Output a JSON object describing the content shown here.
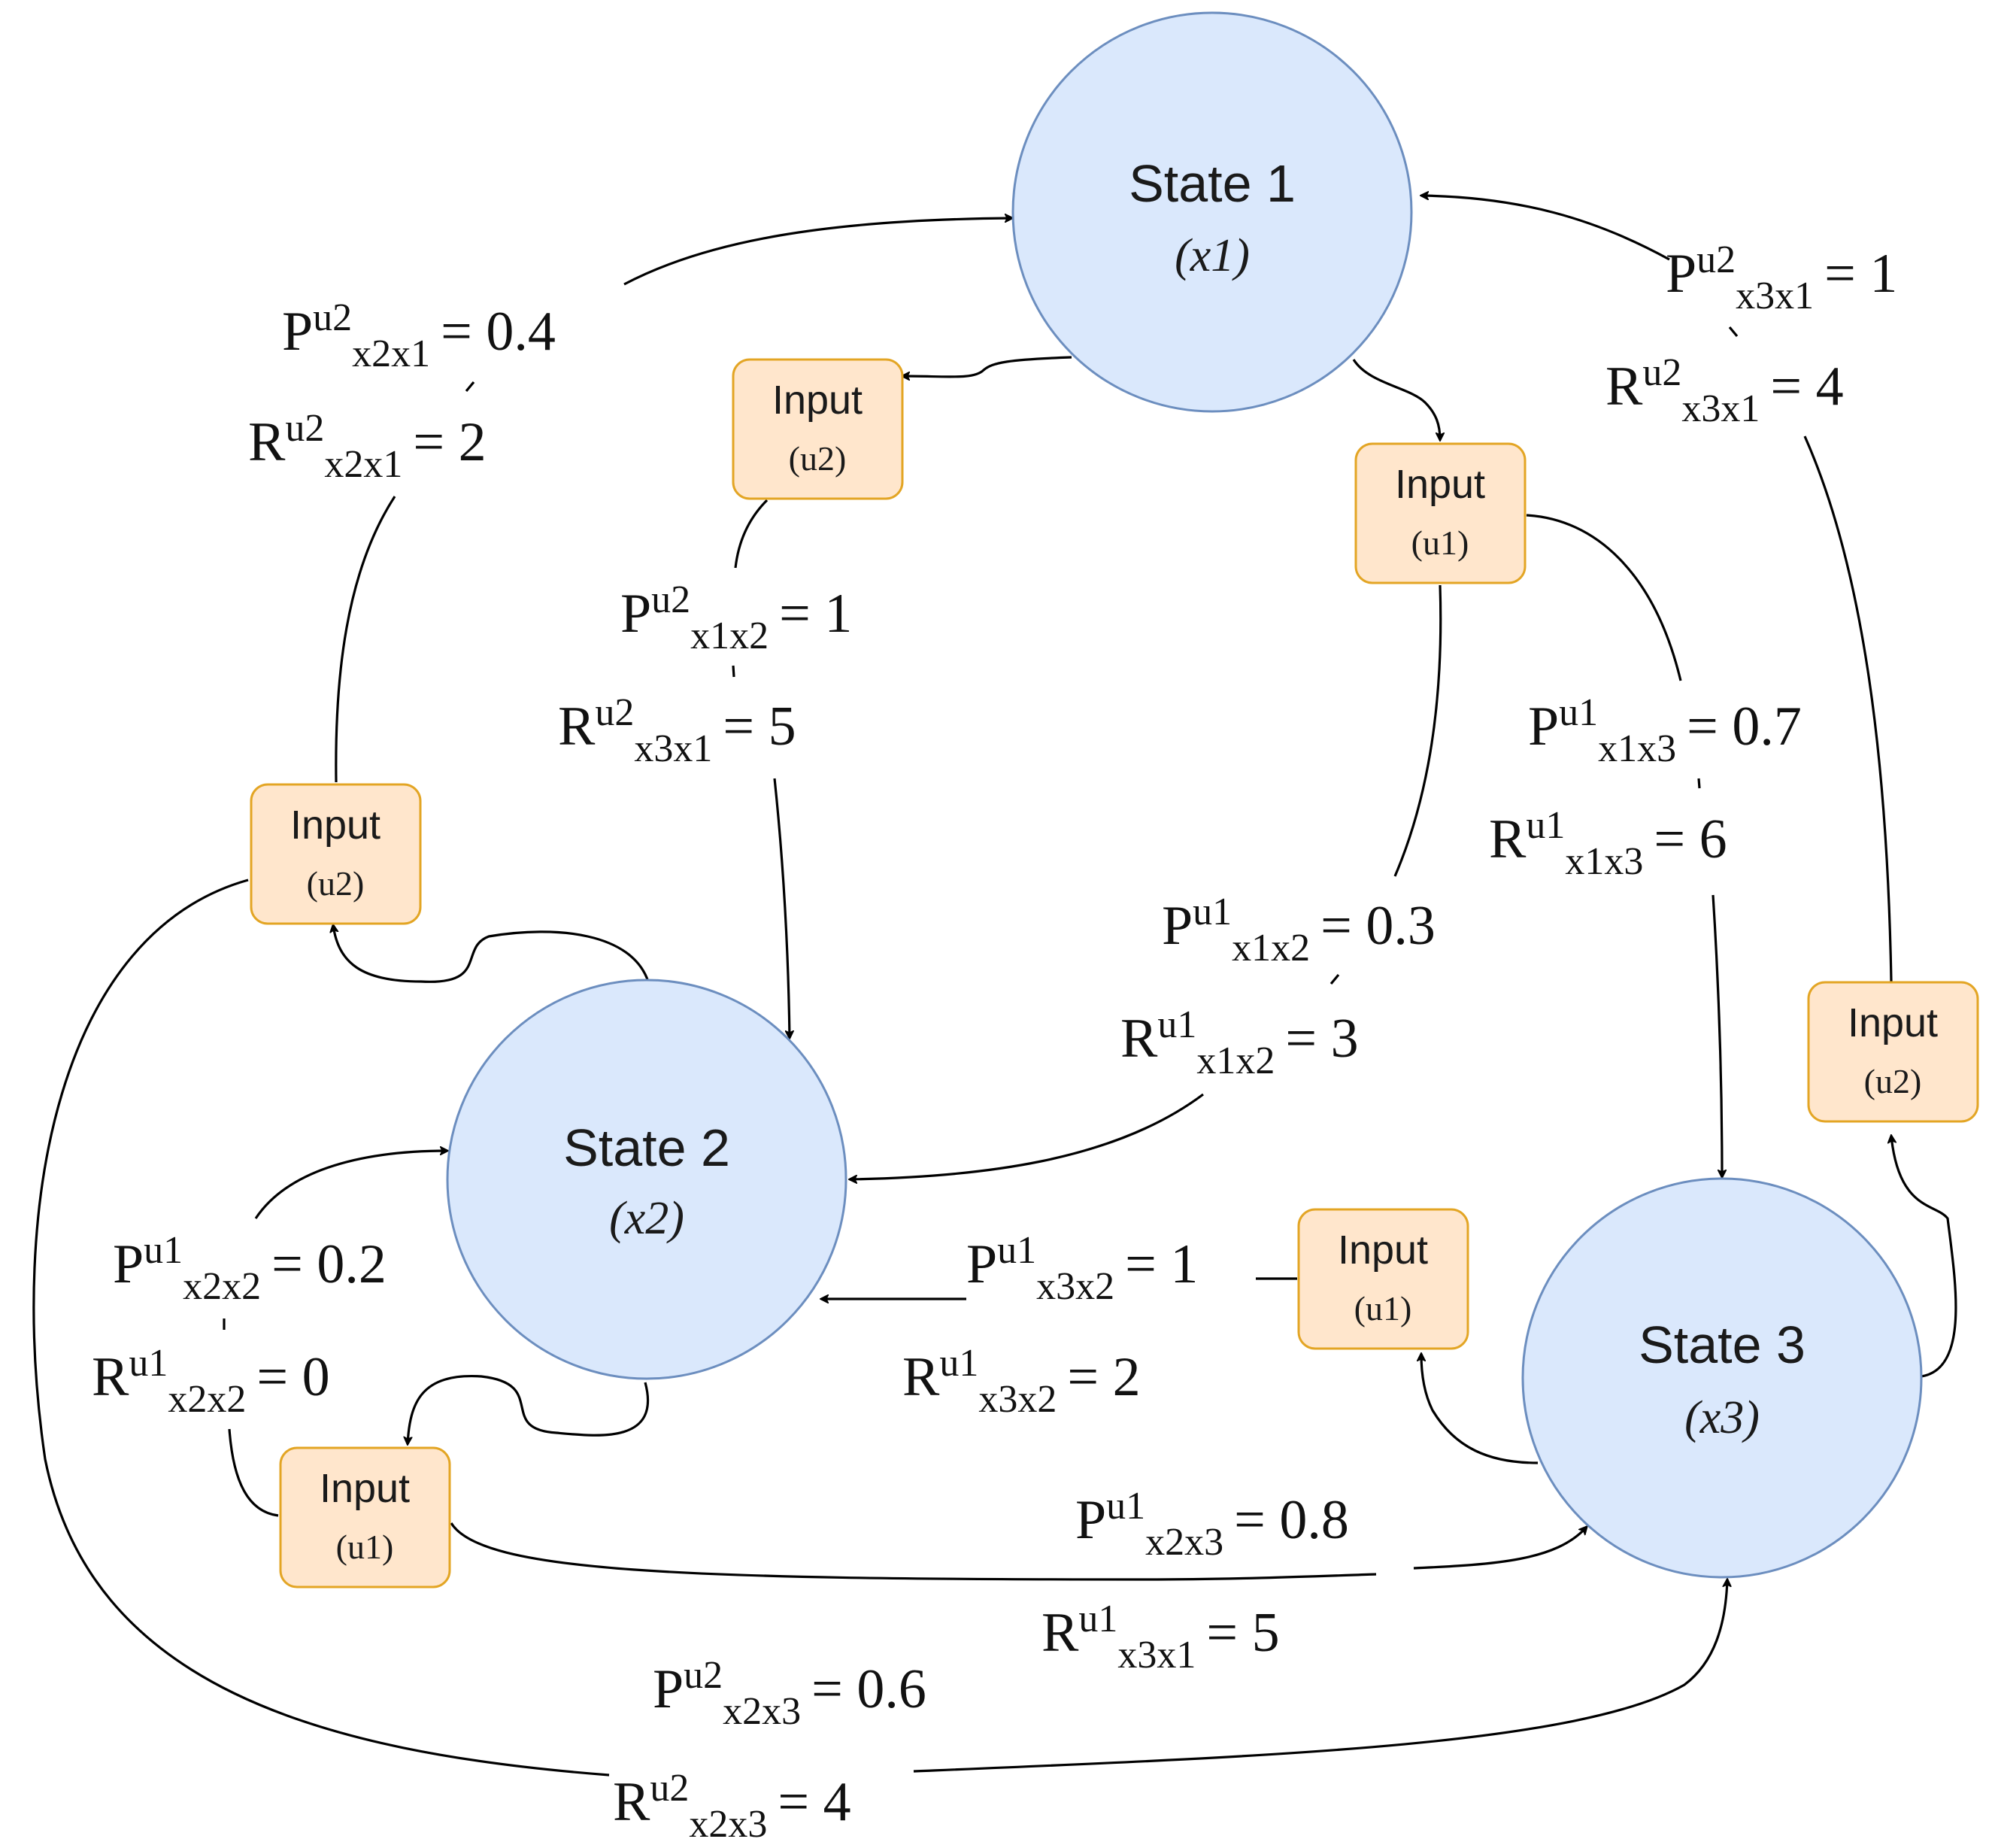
{
  "colors": {
    "state_fill": "#dae8fc",
    "state_stroke": "#6c8ebf",
    "input_fill": "#ffe6cc",
    "input_stroke": "#e3a524",
    "edge": "#000000"
  },
  "states": [
    {
      "id": "s1",
      "title": "State 1",
      "subtitle": "(x1)"
    },
    {
      "id": "s2",
      "title": "State 2",
      "subtitle": "(x2)"
    },
    {
      "id": "s3",
      "title": "State 3",
      "subtitle": "(x3)"
    }
  ],
  "inputs": [
    {
      "id": "in-s1-u2",
      "title": "Input",
      "subtitle": "(u2)"
    },
    {
      "id": "in-s1-u1",
      "title": "Input",
      "subtitle": "(u1)"
    },
    {
      "id": "in-s2-u2",
      "title": "Input",
      "subtitle": "(u2)"
    },
    {
      "id": "in-s2-u1",
      "title": "Input",
      "subtitle": "(u1)"
    },
    {
      "id": "in-s3-u2",
      "title": "Input",
      "subtitle": "(u2)"
    },
    {
      "id": "in-s3-u1",
      "title": "Input",
      "subtitle": "(u1)"
    }
  ],
  "labels": [
    {
      "id": "p-u2-x2x1",
      "base": "P",
      "sup": "u2",
      "sub": "x2x1",
      "value": "= 0.4"
    },
    {
      "id": "r-u2-x2x1",
      "base": "R",
      "sup": "u2",
      "sub": "x2x1",
      "value": "= 2"
    },
    {
      "id": "p-u2-x1x2",
      "base": "P",
      "sup": "u2",
      "sub": "x1x2",
      "value": "= 1"
    },
    {
      "id": "r-u2-x3x1-a",
      "base": "R",
      "sup": "u2",
      "sub": "x3x1",
      "value": "= 5"
    },
    {
      "id": "p-u2-x3x1",
      "base": "P",
      "sup": "u2",
      "sub": "x3x1",
      "value": "= 1"
    },
    {
      "id": "r-u2-x3x1-b",
      "base": "R",
      "sup": "u2",
      "sub": "x3x1",
      "value": "= 4"
    },
    {
      "id": "p-u1-x1x3",
      "base": "P",
      "sup": "u1",
      "sub": "x1x3",
      "value": "= 0.7"
    },
    {
      "id": "r-u1-x1x3",
      "base": "R",
      "sup": "u1",
      "sub": "x1x3",
      "value": "= 6"
    },
    {
      "id": "p-u1-x1x2",
      "base": "P",
      "sup": "u1",
      "sub": "x1x2",
      "value": "= 0.3"
    },
    {
      "id": "r-u1-x1x2",
      "base": "R",
      "sup": "u1",
      "sub": "x1x2",
      "value": "= 3"
    },
    {
      "id": "p-u1-x2x2",
      "base": "P",
      "sup": "u1",
      "sub": "x2x2",
      "value": "= 0.2"
    },
    {
      "id": "r-u1-x2x2",
      "base": "R",
      "sup": "u1",
      "sub": "x2x2",
      "value": "= 0"
    },
    {
      "id": "p-u1-x3x2",
      "base": "P",
      "sup": "u1",
      "sub": "x3x2",
      "value": "= 1"
    },
    {
      "id": "r-u1-x3x2",
      "base": "R",
      "sup": "u1",
      "sub": "x3x2",
      "value": "= 2"
    },
    {
      "id": "p-u1-x2x3",
      "base": "P",
      "sup": "u1",
      "sub": "x2x3",
      "value": "= 0.8"
    },
    {
      "id": "r-u1-x3x1",
      "base": "R",
      "sup": "u1",
      "sub": "x3x1",
      "value": "= 5"
    },
    {
      "id": "p-u2-x2x3",
      "base": "P",
      "sup": "u2",
      "sub": "x2x3",
      "value": "= 0.6"
    },
    {
      "id": "r-u2-x2x3",
      "base": "R",
      "sup": "u2",
      "sub": "x2x3",
      "value": "= 4"
    }
  ]
}
